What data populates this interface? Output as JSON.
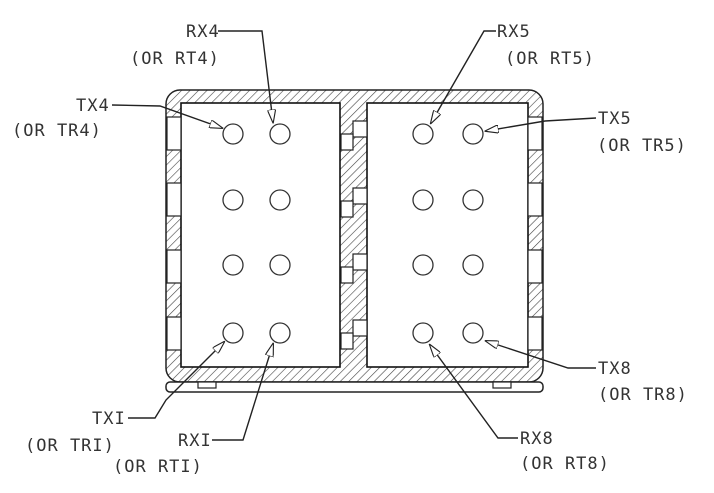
{
  "labels": {
    "rx4": {
      "name": "RX4",
      "alt": "(OR RT4)"
    },
    "rx5": {
      "name": "RX5",
      "alt": "(OR RT5)"
    },
    "tx4": {
      "name": "TX4",
      "alt": "(OR TR4)"
    },
    "tx5": {
      "name": "TX5",
      "alt": "(OR TR5)"
    },
    "tx1": {
      "name": "TXI",
      "alt": "(OR TRI)"
    },
    "tx8": {
      "name": "TX8",
      "alt": "(OR TR8)"
    },
    "rx1": {
      "name": "RXI",
      "alt": "(OR RTI)"
    },
    "rx8": {
      "name": "RX8",
      "alt": "(OR RT8)"
    }
  },
  "colors": {
    "line": "#222222",
    "background": "#ffffff"
  }
}
